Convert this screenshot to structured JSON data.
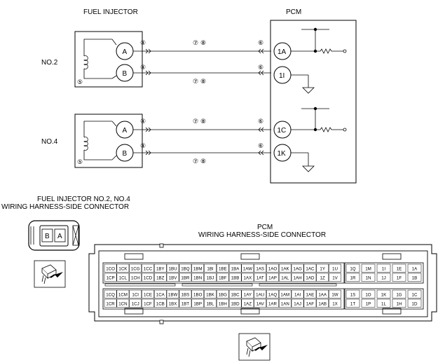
{
  "diagram": {
    "fuel_injector_label": "FUEL INJECTOR",
    "pcm_label": "PCM",
    "injectors": [
      {
        "name": "NO.2",
        "terminals": [
          "A",
          "B"
        ],
        "pcm_terminals": [
          "1A",
          "1I"
        ]
      },
      {
        "name": "NO.4",
        "terminals": [
          "A",
          "B"
        ],
        "pcm_terminals": [
          "1C",
          "1K"
        ]
      }
    ],
    "callouts": {
      "c4": "④",
      "c5": "⑤",
      "c6": "⑥",
      "c7": "⑦",
      "c8": "⑧"
    }
  },
  "injector_connector": {
    "title_line1": "FUEL INJECTOR NO.2, NO.4",
    "title_line2": "WIRING HARNESS-SIDE CONNECTOR",
    "pins": [
      "B",
      "A"
    ]
  },
  "pcm_connector": {
    "title_line1": "PCM",
    "title_line2": "WIRING HARNESS-SIDE CONNECTOR",
    "left_rows": [
      [
        "1CO",
        "1CK",
        "1CG",
        "1CC",
        "1BY",
        "1BU",
        "1BQ",
        "1BM",
        "1BI",
        "1BE",
        "1BA",
        "1AW",
        "1AS",
        "1AO",
        "1AK",
        "1AG",
        "1AC",
        "1Y",
        "1U"
      ],
      [
        "1CP",
        "1CL",
        "1CH",
        "1CD",
        "1BZ",
        "1BV",
        "1BR",
        "1BN",
        "1BJ",
        "1BF",
        "1BB",
        "1AX",
        "1AT",
        "1AP",
        "1AL",
        "1AH",
        "1AD",
        "1Z",
        "1V"
      ],
      [
        "1CQ",
        "1CM",
        "1CI",
        "1CE",
        "1CA",
        "1BW",
        "1BS",
        "1BO",
        "1BK",
        "1BG",
        "1BC",
        "1AY",
        "1AU",
        "1AQ",
        "1AM",
        "1AI",
        "1AE",
        "1AA",
        "1W"
      ],
      [
        "1CR",
        "1CN",
        "1CJ",
        "1CF",
        "1CB",
        "1BX",
        "1BT",
        "1BP",
        "1BL",
        "1BH",
        "1BD",
        "1AZ",
        "1AV",
        "1AR",
        "1AN",
        "1AJ",
        "1AF",
        "1AB",
        "1X"
      ]
    ],
    "right_rows": [
      [
        "1Q",
        "1M",
        "1I",
        "1E",
        "1A"
      ],
      [
        "1R",
        "1N",
        "1J",
        "1F",
        "1B"
      ],
      [
        "1S",
        "1O",
        "1K",
        "1G",
        "1C"
      ],
      [
        "1T",
        "1P",
        "1L",
        "1H",
        "1D"
      ]
    ]
  }
}
